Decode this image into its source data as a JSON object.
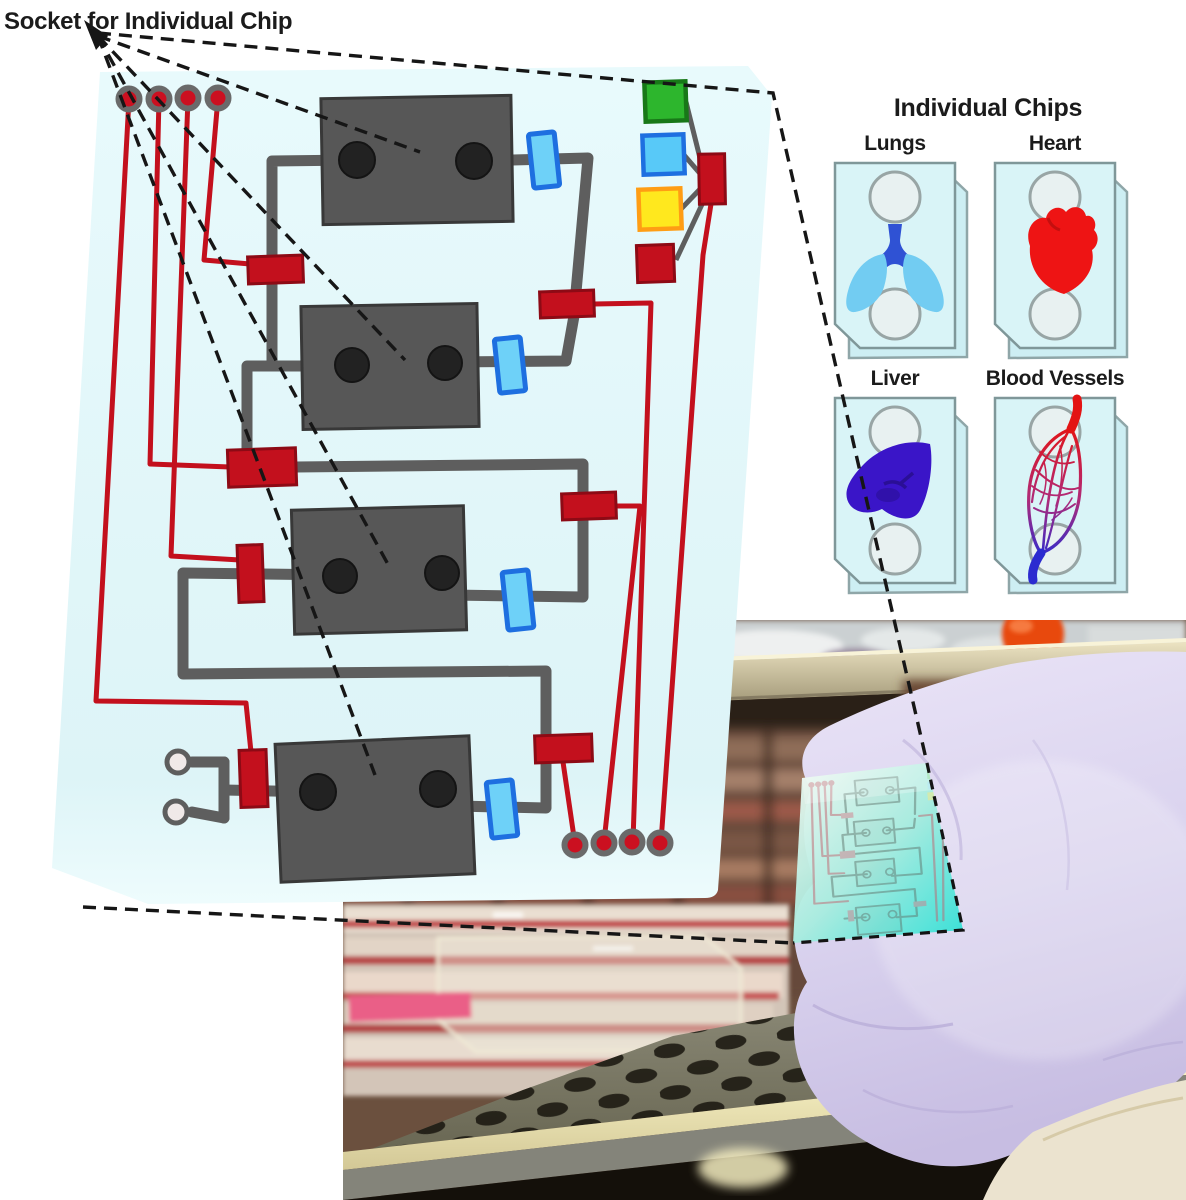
{
  "callout": {
    "label": "Socket for Individual Chip"
  },
  "chips_panel": {
    "title": "Individual Chips",
    "chips": [
      {
        "name": "Lungs",
        "icon": "lungs-icon",
        "color": "#72ccf2"
      },
      {
        "name": "Heart",
        "icon": "heart-icon",
        "color": "#ee1414"
      },
      {
        "name": "Liver",
        "icon": "liver-icon",
        "color": "#3a15c8"
      },
      {
        "name": "Blood Vessels",
        "icon": "blood-vessels-icon",
        "color_top": "#e31414",
        "color_bottom": "#2b2bd0"
      }
    ]
  },
  "board": {
    "socket_count": 4,
    "top_port_count": 4,
    "bottom_port_count": 4,
    "reservoir_port_count": 2,
    "colors": {
      "board_background": "#e3f6f9",
      "socket": "#575757",
      "tubing": "#5e5e5e",
      "fluid_line": "#c3101d",
      "valve_fill": "#6ed1f8",
      "valve_stroke": "#1e6fe0",
      "legend_green": "#2db62d",
      "legend_blue": "#58c9f8",
      "legend_yellow": "#ffe81e",
      "legend_dark_red": "#c3101d"
    }
  },
  "photo": {
    "held_chip_tint": "#35e2d8",
    "glove_color": "#d9d2ee"
  }
}
